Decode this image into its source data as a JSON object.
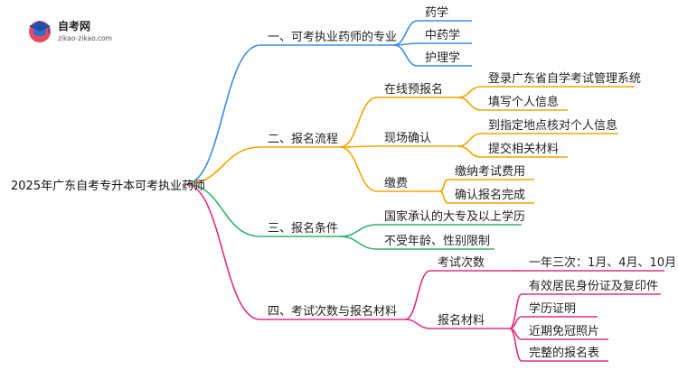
{
  "logo": {
    "title": "自考网",
    "url": "zikao-zikao.com",
    "icon": "graduation-cap-icon"
  },
  "root": "2025年广东自考专升本可考执业药师",
  "branches": [
    {
      "label": "一、可考执业药师的专业",
      "color": "#3b8de0",
      "children": [
        {
          "label": "药学"
        },
        {
          "label": "中药学"
        },
        {
          "label": "护理学"
        }
      ]
    },
    {
      "label": "二、报名流程",
      "color": "#f0a500",
      "children": [
        {
          "label": "在线预报名",
          "children": [
            {
              "label": "登录广东省自学考试管理系统"
            },
            {
              "label": "填写个人信息"
            }
          ]
        },
        {
          "label": "现场确认",
          "children": [
            {
              "label": "到指定地点核对个人信息"
            },
            {
              "label": "提交相关材料"
            }
          ]
        },
        {
          "label": "缴费",
          "children": [
            {
              "label": "缴纳考试费用"
            },
            {
              "label": "确认报名完成"
            }
          ]
        }
      ]
    },
    {
      "label": "三、报名条件",
      "color": "#2fb56b",
      "children": [
        {
          "label": "国家承认的大专及以上学历"
        },
        {
          "label": "不受年龄、性别限制"
        }
      ]
    },
    {
      "label": "四、考试次数与报名材料",
      "color": "#e0307a",
      "children": [
        {
          "label": "考试次数",
          "children": [
            {
              "label": "一年三次：1月、4月、10月"
            }
          ]
        },
        {
          "label": "报名材料",
          "children": [
            {
              "label": "有效居民身份证及复印件"
            },
            {
              "label": "学历证明"
            },
            {
              "label": "近期免冠照片"
            },
            {
              "label": "完整的报名表"
            }
          ]
        }
      ]
    }
  ]
}
